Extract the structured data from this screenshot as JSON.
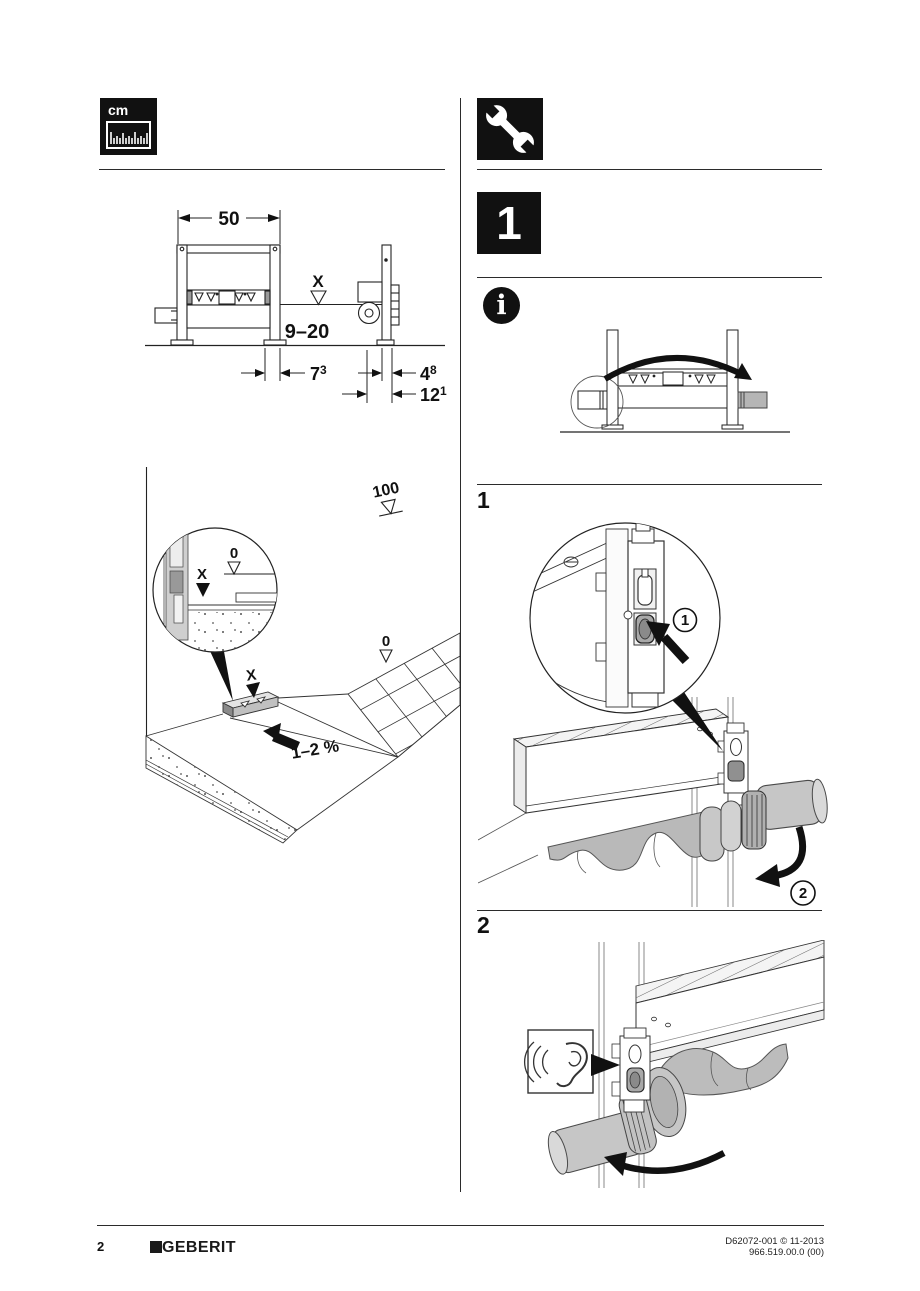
{
  "icons": {
    "measure_unit_label": "cm",
    "tools_icon_name": "open-end-wrench",
    "info_icon_glyph": "i",
    "listen_icon_name": "ear-with-sound-waves"
  },
  "sections": {
    "step_box_number": "1",
    "substep_1_label": "1",
    "substep_2_label": "2"
  },
  "front_view": {
    "dim_width_cm": "50",
    "level_marker": "X",
    "depth_range_cm": "9–20",
    "dim_offset_base": "7",
    "dim_offset_sup": "3",
    "dim_side_base": "4",
    "dim_side_sup": "8",
    "dim_side2_base": "12",
    "dim_side2_sup": "1"
  },
  "floor_view": {
    "level_100": "100",
    "level_0_wall": "0",
    "level_x_wall": "X",
    "level_0_floor": "0",
    "level_x_drain": "X",
    "slope_label": "1–2 %"
  },
  "step1": {
    "callout_1": "1",
    "callout_2": "2"
  },
  "footer": {
    "page_number": "2",
    "brand": "GEBERIT",
    "doc_code": "D62072-001 © 11-2013",
    "article_code": "966.519.00.0 (00)"
  }
}
